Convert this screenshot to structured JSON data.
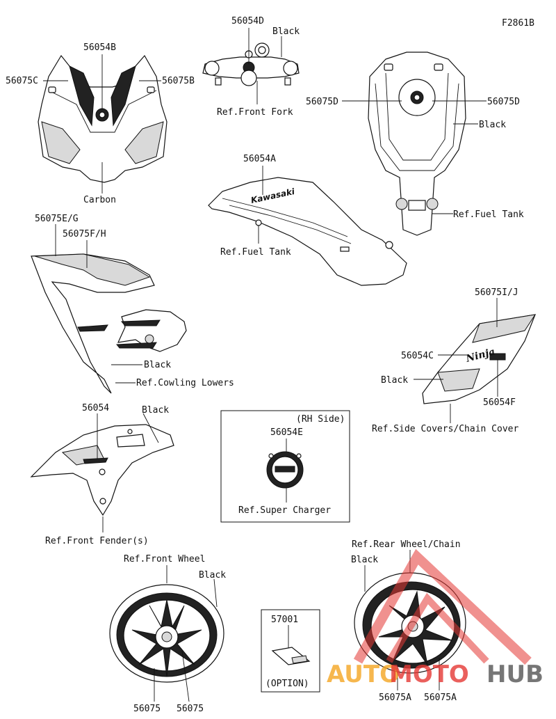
{
  "figure_code": "F2861B",
  "labels": {
    "l_56054B": "56054B",
    "l_56075C": "56075C",
    "l_56075B": "56075B",
    "l_carbon": "Carbon",
    "l_56054D": "56054D",
    "l_black_fork": "Black",
    "l_ref_front_fork": "Ref.Front Fork",
    "l_56075D_left": "56075D",
    "l_56075D_right": "56075D",
    "l_black_tank": "Black",
    "l_ref_fuel_tank_right": "Ref.Fuel Tank",
    "l_56054A": "56054A",
    "l_ref_fuel_tank_mid": "Ref.Fuel Tank",
    "l_56075EG": "56075E/G",
    "l_56075FH": "56075F/H",
    "l_black_cowl": "Black",
    "l_ref_cowling_lowers": "Ref.Cowling Lowers",
    "l_56075IJ": "56075I/J",
    "l_56054C": "56054C",
    "l_black_side": "Black",
    "l_56054F": "56054F",
    "l_ref_side_covers": "Ref.Side Covers/Chain Cover",
    "l_56054": "56054",
    "l_black_fender": "Black",
    "l_ref_front_fenders": "Ref.Front Fender(s)",
    "l_rh_side": "(RH Side)",
    "l_56054E": "56054E",
    "l_ref_super_charger": "Ref.Super Charger",
    "l_ref_front_wheel": "Ref.Front Wheel",
    "l_black_fwheel": "Black",
    "l_56075_a": "56075",
    "l_56075_b": "56075",
    "l_57001": "57001",
    "l_option": "(OPTION)",
    "l_ref_rear_wheel": "Ref.Rear Wheel/Chain",
    "l_black_rwheel": "Black",
    "l_56075A_a": "56075A",
    "l_56075A_b": "56075A"
  },
  "decal_text": {
    "tank_brand": "Kawasaki",
    "side_logo": "Ninja"
  },
  "watermark": {
    "text_auto": "AUTO",
    "text_moto": "MOTO",
    "text_hub": "HUB",
    "color_orange": "#f5a623",
    "color_red": "#e53935",
    "color_grey": "#555555"
  }
}
